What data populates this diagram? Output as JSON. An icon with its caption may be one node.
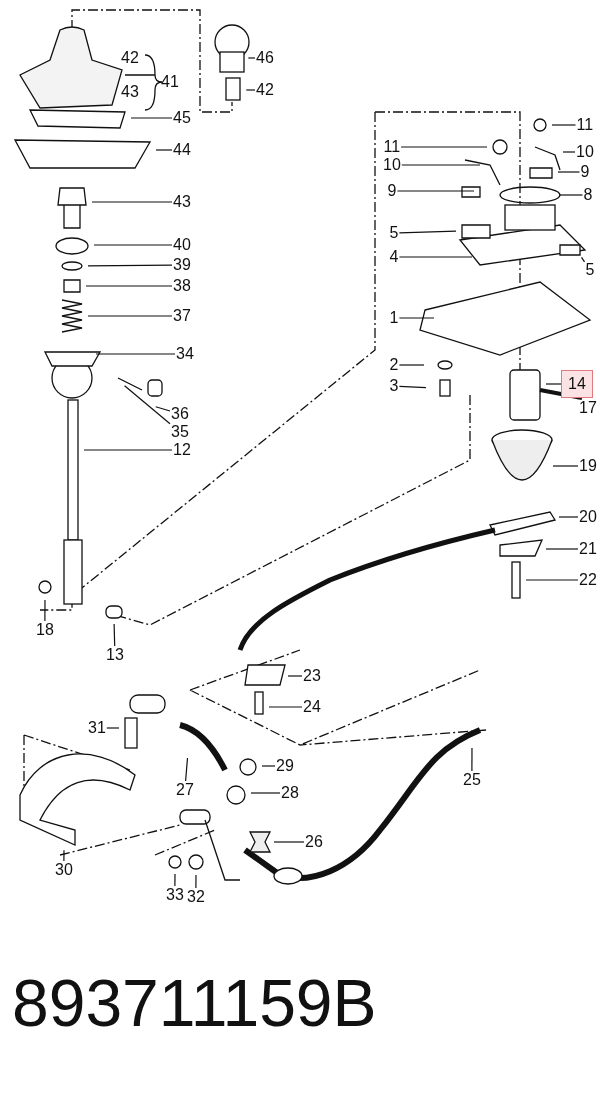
{
  "diagram": {
    "caption": "893711159B",
    "nodes": [
      {
        "text": [
          "46"
        ]
      },
      {
        "text": [
          "42"
        ]
      },
      {
        "text": [
          "45"
        ]
      },
      {
        "text": [
          "44"
        ]
      },
      {
        "text": [
          "43"
        ]
      },
      {
        "text": [
          "40"
        ]
      },
      {
        "text": [
          "39"
        ]
      },
      {
        "text": [
          "38"
        ]
      },
      {
        "text": [
          "37"
        ]
      },
      {
        "text": [
          "34"
        ]
      },
      {
        "text": [
          "36"
        ]
      },
      {
        "text": [
          "35"
        ]
      },
      {
        "text": [
          "12"
        ]
      },
      {
        "text": [
          "18"
        ]
      },
      {
        "text": [
          "13"
        ]
      },
      {
        "text": [
          "11"
        ]
      },
      {
        "text": [
          "11"
        ]
      },
      {
        "text": [
          "10"
        ]
      },
      {
        "text": [
          "10"
        ]
      },
      {
        "text": [
          "9"
        ]
      },
      {
        "text": [
          "9"
        ]
      },
      {
        "text": [
          "8"
        ]
      },
      {
        "text": [
          "5"
        ]
      },
      {
        "text": [
          "4"
        ]
      },
      {
        "text": [
          "5"
        ]
      },
      {
        "text": [
          "1"
        ]
      },
      {
        "text": [
          "2"
        ]
      },
      {
        "text": [
          "3"
        ]
      },
      {
        "text": [
          "14"
        ]
      },
      {
        "text": [
          "17"
        ]
      },
      {
        "text": [
          "19"
        ]
      },
      {
        "text": [
          "20"
        ]
      },
      {
        "text": [
          "21"
        ]
      },
      {
        "text": [
          "22"
        ]
      },
      {
        "text": [
          "23"
        ]
      },
      {
        "text": [
          "24"
        ]
      },
      {
        "text": [
          "31"
        ]
      },
      {
        "text": [
          "29"
        ]
      },
      {
        "text": [
          "27"
        ]
      },
      {
        "text": [
          "28"
        ]
      },
      {
        "text": [
          "26"
        ]
      },
      {
        "text": [
          "25"
        ]
      },
      {
        "text": [
          "30"
        ]
      },
      {
        "text": [
          "33"
        ]
      },
      {
        "text": [
          "32"
        ]
      }
    ],
    "edges": [
      {
        "from": 0,
        "to": null,
        "arrow": "none"
      },
      {
        "from": 1,
        "to": null,
        "arrow": "none"
      },
      {
        "from": 2,
        "to": null,
        "arrow": "none"
      },
      {
        "from": 3,
        "to": null,
        "arrow": "none"
      },
      {
        "from": 4,
        "to": null,
        "arrow": "none"
      },
      {
        "from": 5,
        "to": null,
        "arrow": "none"
      },
      {
        "from": 6,
        "to": null,
        "arrow": "none"
      },
      {
        "from": 7,
        "to": null,
        "arrow": "none"
      },
      {
        "from": 8,
        "to": null,
        "arrow": "none"
      },
      {
        "from": 9,
        "to": null,
        "arrow": "none"
      },
      {
        "from": 10,
        "to": null,
        "arrow": "none"
      },
      {
        "from": 11,
        "to": null,
        "arrow": "none"
      },
      {
        "from": 12,
        "to": null,
        "arrow": "none"
      },
      {
        "from": 13,
        "to": null,
        "arrow": "none"
      },
      {
        "from": 14,
        "to": null,
        "arrow": "none"
      },
      {
        "from": 15,
        "to": null,
        "arrow": "none"
      },
      {
        "from": 16,
        "to": null,
        "arrow": "none"
      },
      {
        "from": 17,
        "to": null,
        "arrow": "none"
      },
      {
        "from": 18,
        "to": null,
        "arrow": "none"
      },
      {
        "from": 19,
        "to": null,
        "arrow": "none"
      },
      {
        "from": 20,
        "to": null,
        "arrow": "none"
      },
      {
        "from": 21,
        "to": null,
        "arrow": "none"
      },
      {
        "from": 22,
        "to": null,
        "arrow": "none"
      },
      {
        "from": 23,
        "to": null,
        "arrow": "none"
      },
      {
        "from": 24,
        "to": null,
        "arrow": "none"
      },
      {
        "from": 25,
        "to": null,
        "arrow": "none"
      },
      {
        "from": 26,
        "to": null,
        "arrow": "none"
      },
      {
        "from": 27,
        "to": null,
        "arrow": "none"
      },
      {
        "from": 28,
        "to": null,
        "arrow": "none"
      },
      {
        "from": 29,
        "to": null,
        "arrow": "none"
      },
      {
        "from": 30,
        "to": null,
        "arrow": "none"
      },
      {
        "from": 31,
        "to": null,
        "arrow": "none"
      },
      {
        "from": 32,
        "to": null,
        "arrow": "none"
      },
      {
        "from": 33,
        "to": null,
        "arrow": "none"
      },
      {
        "from": 34,
        "to": null,
        "arrow": "none"
      },
      {
        "from": 35,
        "to": null,
        "arrow": "none"
      },
      {
        "from": 36,
        "to": null,
        "arrow": "none"
      },
      {
        "from": 37,
        "to": null,
        "arrow": "none"
      },
      {
        "from": 38,
        "to": null,
        "arrow": "none"
      },
      {
        "from": 39,
        "to": null,
        "arrow": "none"
      },
      {
        "from": 40,
        "to": null,
        "arrow": "none"
      },
      {
        "from": 41,
        "to": null,
        "arrow": "none"
      },
      {
        "from": 42,
        "to": null,
        "arrow": "none"
      },
      {
        "from": 43,
        "to": null,
        "arrow": "none"
      },
      {
        "from": 44,
        "to": null,
        "arrow": "none"
      }
    ],
    "labels": [
      "42",
      "41",
      "43"
    ]
  }
}
